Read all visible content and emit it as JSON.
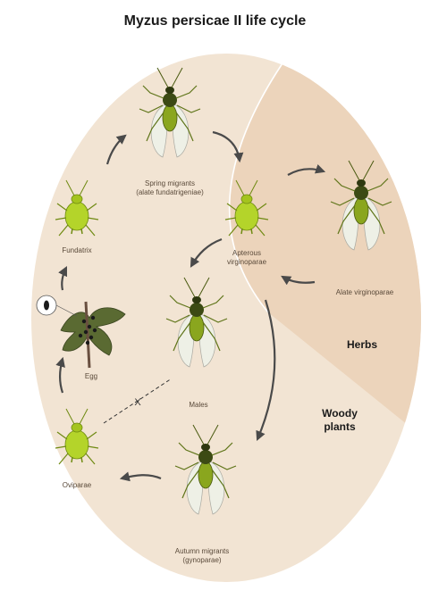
{
  "title": "Myzus persicae II life cycle",
  "zones": {
    "herbs": "Herbs",
    "woody_line1": "Woody",
    "woody_line2": "plants"
  },
  "stages": {
    "spring_migrants_line1": "Spring migrants",
    "spring_migrants_line2": "(alate fundatrigeniae)",
    "fundatrix": "Fundatrix",
    "apterous_line1": "Apterous",
    "apterous_line2": "virginoparae",
    "alate_virginoparae": "Alate virginoparae",
    "egg": "Egg",
    "males": "Males",
    "oviparae": "Oviparae",
    "autumn_migrants_line1": "Autumn migrants",
    "autumn_migrants_line2": "(gynoparae)"
  },
  "no_mating_mark": "X",
  "colors": {
    "woody_bg": "#f2e4d3",
    "herb_bg": "#ecd4bb",
    "wingless_body": "#b4d42a",
    "winged_abdomen": "#8aa61e",
    "arrow": "#4a4a4a"
  }
}
